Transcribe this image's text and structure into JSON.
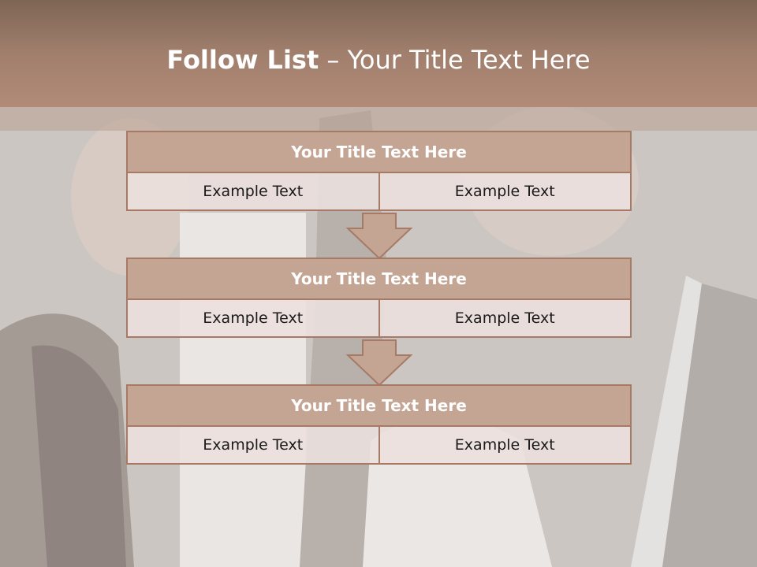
{
  "slide": {
    "title_bold": "Follow List",
    "title_rest": "– Your Title Text Here"
  },
  "steps": [
    {
      "title": "Your Title Text Here",
      "left": "Example Text",
      "right": "Example Text"
    },
    {
      "title": "Your Title Text Here",
      "left": "Example Text",
      "right": "Example Text"
    },
    {
      "title": "Your Title Text Here",
      "left": "Example Text",
      "right": "Example Text"
    }
  ],
  "colors": {
    "header": "#a17f6d",
    "box_title_fill": "#c4a594",
    "box_border": "#a77a66",
    "cell_fill": "#ece0de"
  }
}
